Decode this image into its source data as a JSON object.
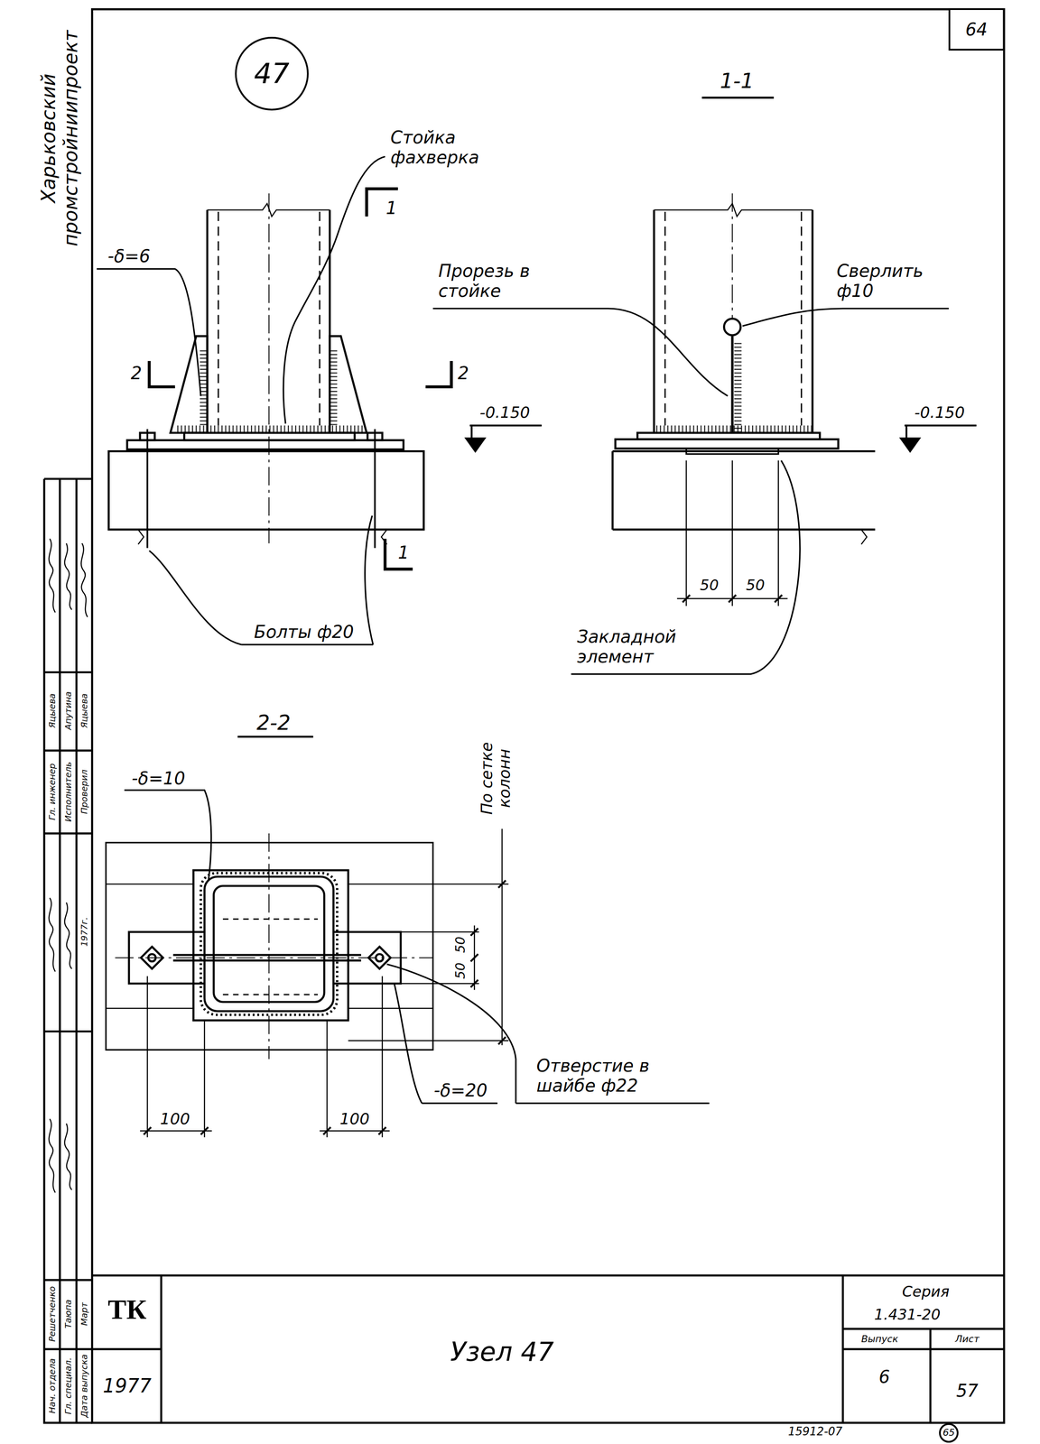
{
  "diagram": {
    "title": "Узел 47",
    "nodes": [
      {
        "text": [
          "47"
        ]
      },
      {
        "text": [
          "64"
        ]
      },
      {
        "text": [
          "65"
        ]
      }
    ],
    "labels": [
      "1-1",
      "Стойка фахверка",
      "1",
      "-δ=6",
      "2",
      "2",
      "-0.150",
      "Прорезь в стойке",
      "Сверлить ф10",
      "-0.150",
      "50",
      "50",
      "1",
      "Болты ф20",
      "Закладной элемент",
      "2-2",
      "По сетке колонн",
      "-δ=10",
      "50",
      "50",
      "Отверстие в шайбе ф22",
      "-δ=20",
      "100",
      "100",
      "Харьковский промстройниипроект",
      "Нач. отдела",
      "Гл. специал.",
      "Дата выпуска",
      "Решетченко",
      "Таюпа",
      "Март",
      "1977г.",
      "Гл. инженер",
      "Исполнитель",
      "Проверил",
      "Яцыева",
      "Апутина",
      "Яцыева",
      "ТК",
      "1977",
      "Серия",
      "1.431-20",
      "Выпуск",
      "Лист",
      "6",
      "57",
      "15912-07"
    ]
  }
}
